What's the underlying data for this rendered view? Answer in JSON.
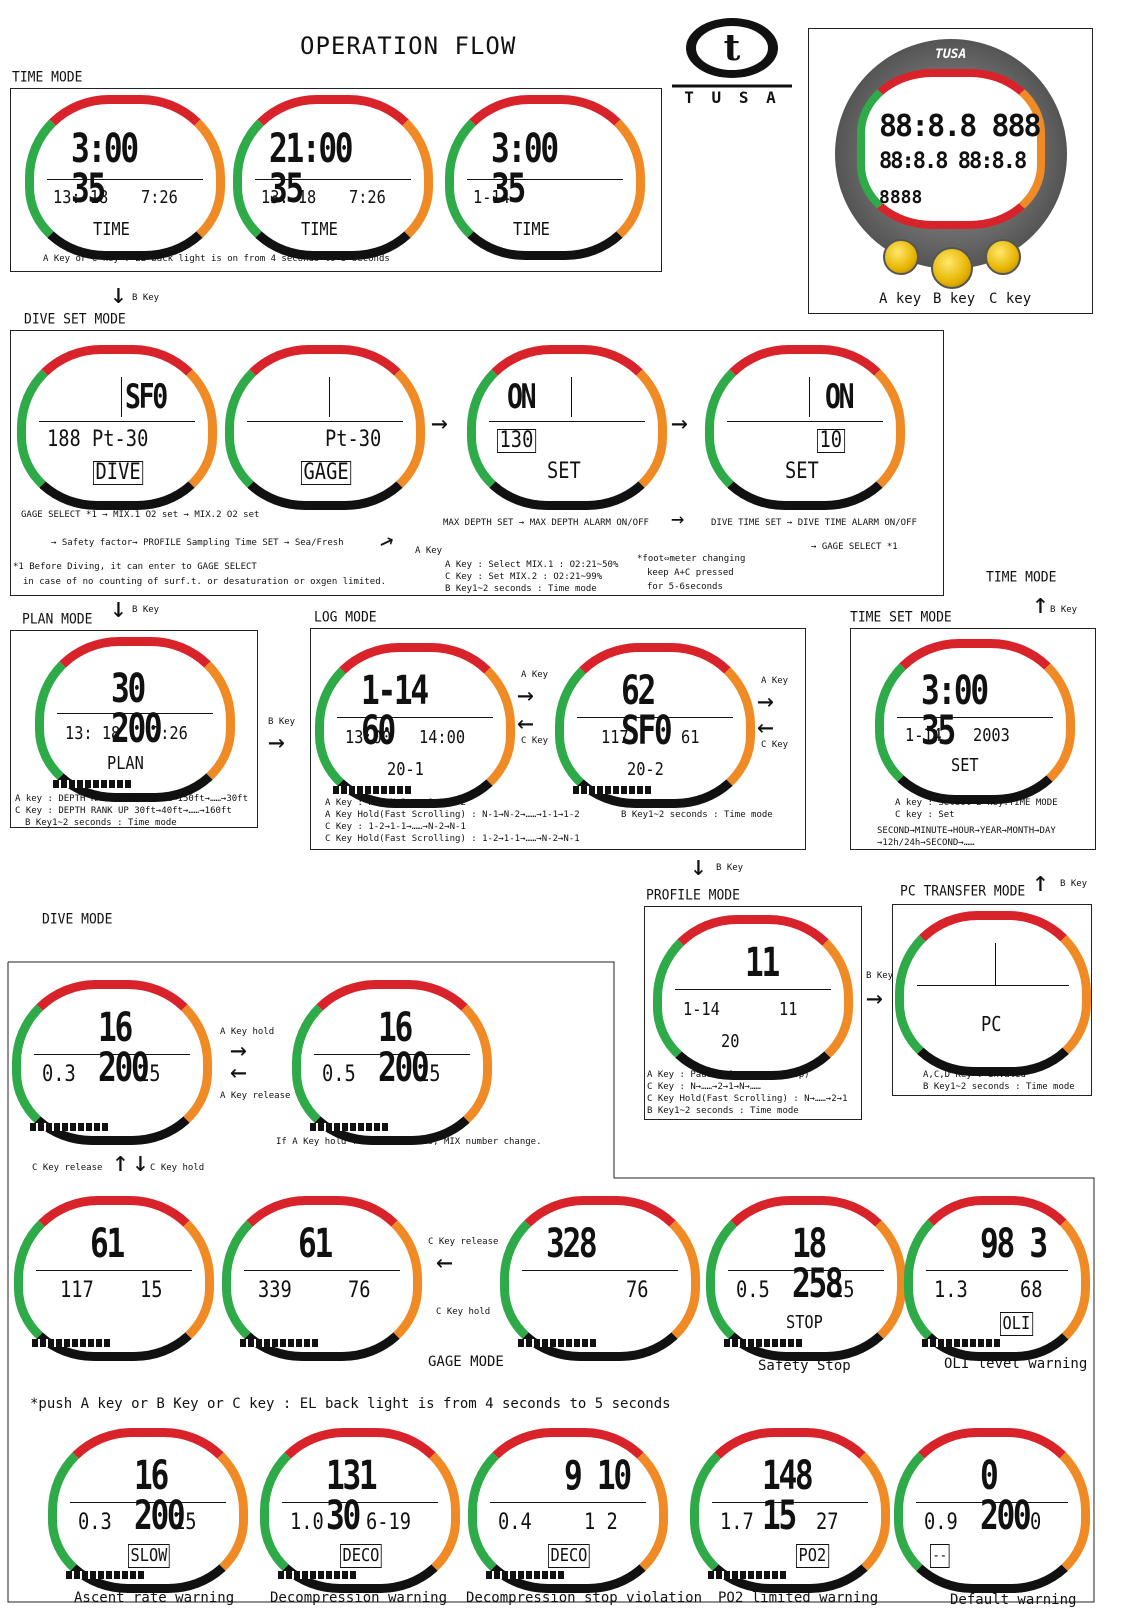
{
  "header": {
    "title": "OPERATION FLOW",
    "brand": "T U S A"
  },
  "colors": {
    "red": "#d8232a",
    "green": "#2eaa48",
    "orange": "#f08a24",
    "black": "#111111"
  },
  "time_mode": {
    "label": "TIME MODE",
    "note": "A Key or C key : EL back light is on from 4 seconds to 5 seconds",
    "screens": [
      {
        "main": "3:00 35",
        "left": "13: 18",
        "right": "7:26",
        "bottom": "TIME"
      },
      {
        "main": "21:00 35",
        "left": "13: 18",
        "right": "7:26",
        "bottom": "TIME"
      },
      {
        "main": "3:00 35",
        "left": "1-14",
        "right": "",
        "bottom": "TIME"
      }
    ]
  },
  "console": {
    "brand": "TUSA",
    "keys": [
      "A key",
      "B key",
      "C key"
    ]
  },
  "b_key": "B Key",
  "dive_set": {
    "label": "DIVE SET MODE",
    "screens": [
      {
        "top": "SF0",
        "mid": "188  Pt-30",
        "bottom": "DIVE"
      },
      {
        "top": "",
        "mid": "Pt-30",
        "bottom": "GAGE"
      },
      {
        "top": "ON",
        "mid": "130",
        "bottom": "SET"
      },
      {
        "top": "ON",
        "mid": "10",
        "bottom": "SET"
      }
    ],
    "flow1": "GAGE SELECT *1 → MIX.1 O2 set → MIX.2 O2 set",
    "flow2": "→ Safety factor→ PROFILE Sampling Time SET → Sea/Fresh",
    "flow3": "MAX DEPTH SET → MAX DEPTH ALARM ON/OFF",
    "flow4": "DIVE TIME SET → DIVE TIME ALARM ON/OFF",
    "flow5": "→ GAGE SELECT *1",
    "a_key": "A Key",
    "footnote1": "*1 Before Diving, it can enter to GAGE SELECT",
    "footnote2": "in case of no counting of surf.t. or desaturation or oxgen limited.",
    "keys1": "A Key : Select  MIX.1 : O2:21~50%",
    "keys2": "C Key : Set     MIX.2 : O2:21~99%",
    "keys3": "B Key1~2 seconds : Time mode",
    "foot1": "*foot⇔meter changing",
    "foot2": "keep A+C pressed",
    "foot3": "for 5-6seconds"
  },
  "plan": {
    "label": "PLAN MODE",
    "screen": {
      "main": "30 200",
      "left": "13: 18",
      "right": "7:26",
      "bottom": "PLAN"
    },
    "notes": [
      "A key : DEPTH RANK DOWN 160ft→150ft→……→30ft",
      "C Key : DEPTH RANK UP 30ft→40ft→……→160ft",
      "B Key1~2 seconds : Time mode"
    ]
  },
  "log": {
    "label": "LOG MODE",
    "screens": [
      {
        "main": "1-14 60",
        "left": "13:00",
        "right": "14:00",
        "bottom": "20-1"
      },
      {
        "main": "62 SF0",
        "left": "117",
        "right": "61",
        "bottom": "20-2"
      }
    ],
    "a_key": "A Key",
    "c_key": "C Key",
    "b_key": "B Key",
    "notes": [
      "A Key : N-1→N-2→……→1-1→1-2",
      "A Key Hold(Fast Scrolling) : N-1→N-2→……→1-1→1-2",
      "C Key : 1-2→1-1→……→N-2→N-1",
      "C Key Hold(Fast Scrolling) : 1-2→1-1→……→N-2→N-1"
    ],
    "note_right": "B Key1~2 seconds : Time mode"
  },
  "time_set": {
    "label": "TIME SET MODE",
    "up_label": "TIME MODE",
    "screen": {
      "main": "3:00 35",
      "left": "1-14",
      "right": "2003",
      "bottom": "SET"
    },
    "notes": [
      "A key : Select  B key:TIME MODE",
      "C key : Set",
      "SECOND→MINUTE→HOUR→YEAR→MONTH→DAY",
      "→12h/24h→SECOND→……"
    ]
  },
  "profile": {
    "label": "PROFILE MODE",
    "screen": {
      "main": "11",
      "left": "1-14",
      "right": "11",
      "bottom": "20"
    },
    "notes": [
      "A Key : Pause(Dive count stop)",
      "C Key : N→……→2→1→N→……",
      "C Key Hold(Fast Scrolling) : N→……→2→1",
      "B Key1~2 seconds : Time mode"
    ]
  },
  "pc": {
    "label": "PC TRANSFER MODE",
    "screen": {
      "bottom": "PC"
    },
    "notes": [
      "A,C,D Key : invalid",
      "B Key1~2 seconds : Time mode"
    ]
  },
  "dive": {
    "label": "DIVE MODE",
    "screens": [
      {
        "main": "16 200",
        "left": "0.3",
        "right": "15"
      },
      {
        "main": "16 200",
        "left": "0.5",
        "right": "15"
      },
      {
        "main": "61",
        "left": "117",
        "right": "15"
      },
      {
        "main": "61",
        "left": "339",
        "right": "76"
      },
      {
        "main": "328",
        "left": "",
        "right": "76"
      },
      {
        "main": "18 258",
        "left": "0.5",
        "right": "15",
        "bottom": "STOP"
      },
      {
        "main": "98 3",
        "left": "1.3",
        "right": "68",
        "bottom": "OLI"
      }
    ],
    "a_hold": "A Key hold",
    "a_release": "A Key release",
    "note": "If A Key hold for 3-4 seconds, MIX number change.",
    "c_release": "C Key release",
    "c_hold": "C Key hold",
    "gage_label": "GAGE MODE",
    "safety_label": "Safety Stop",
    "oli_label": "OLI level warning"
  },
  "backlight_note": "*push A key or B Key or C key : EL back light is from 4 seconds to 5 seconds",
  "warnings": [
    {
      "main": "16 200",
      "left": "0.3",
      "right": "15",
      "bottom": "SLOW",
      "label": "Ascent rate warning"
    },
    {
      "main": "131 30",
      "left": "1.0",
      "right": "6-19",
      "bottom": "DECO",
      "label": "Decompression warning"
    },
    {
      "main": "9 10",
      "left": "0.4",
      "right": "1 2",
      "bottom": "DECO",
      "label": "Decompression stop violation"
    },
    {
      "main": "148 15",
      "left": "1.7",
      "right": "27",
      "bottom": "PO2",
      "label": "PO2 limited warning"
    },
    {
      "main": "0 200",
      "left": "0.9",
      "right": "0",
      "bottom": "--",
      "label": "Default warning"
    }
  ]
}
